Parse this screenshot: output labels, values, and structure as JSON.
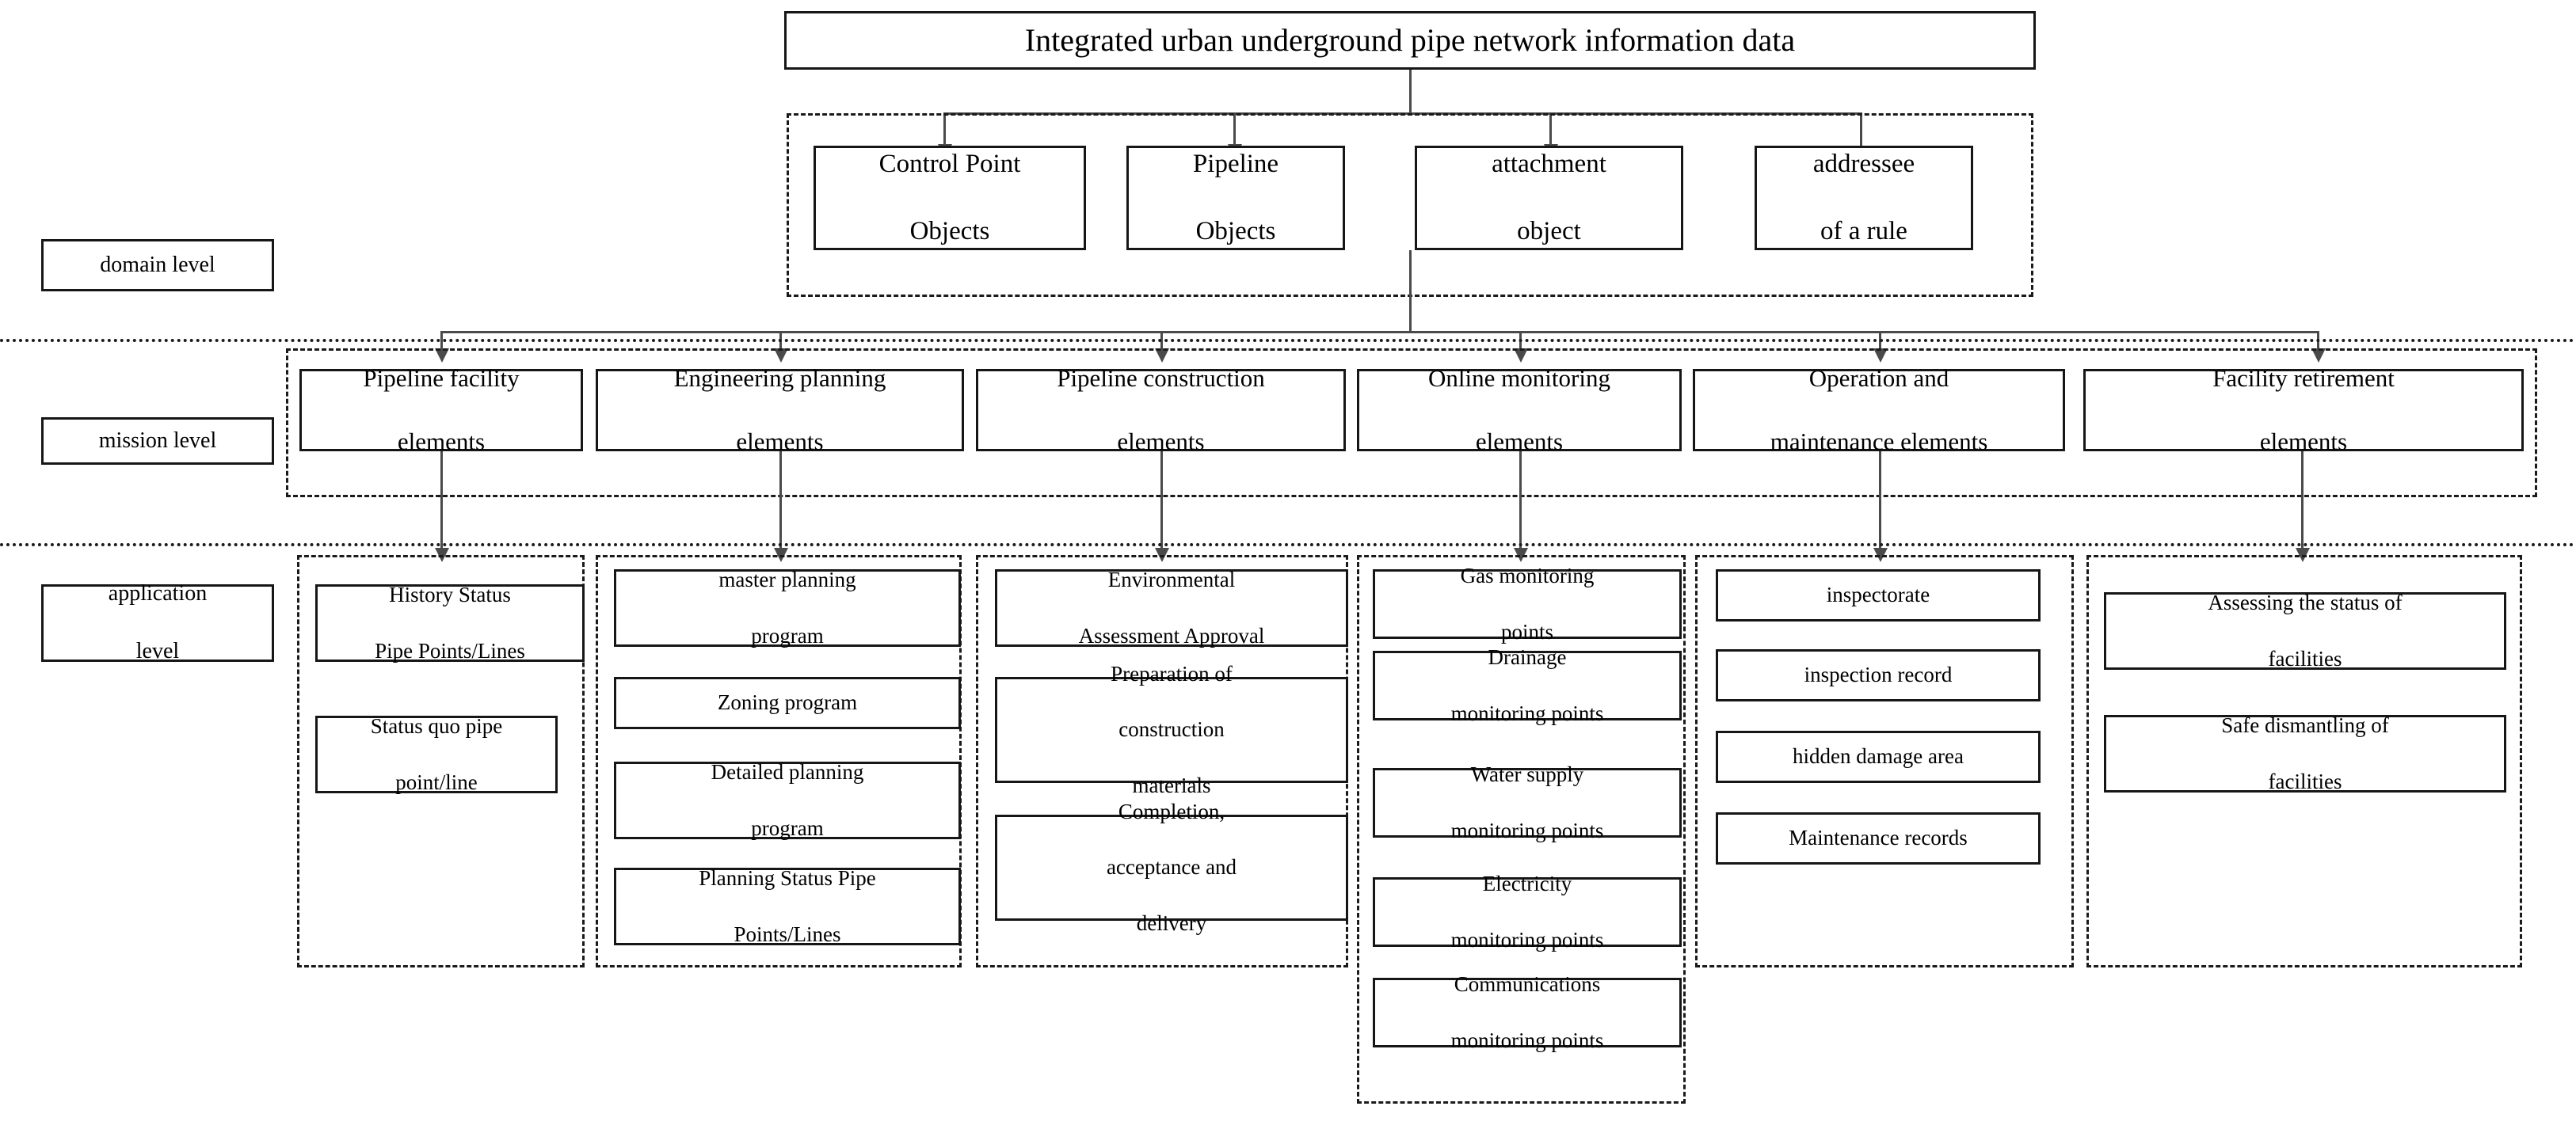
{
  "diagram": {
    "title_box": {
      "label": "Integrated urban underground pipe network information data"
    },
    "level_labels": [
      {
        "id": "domain-level",
        "label": "domain level"
      },
      {
        "id": "mission-level",
        "label": "mission level"
      },
      {
        "id": "application-level",
        "label": "application\nlevel",
        "line1": "application",
        "line2": "level"
      }
    ],
    "domain_level": {
      "objects": [
        {
          "id": "control-point-objects",
          "line1": "Control Point",
          "line2": "Objects"
        },
        {
          "id": "pipeline-objects",
          "line1": "Pipeline",
          "line2": "Objects"
        },
        {
          "id": "attachment-object",
          "line1": "attachment",
          "line2": "object"
        },
        {
          "id": "addressee-of-a-rule",
          "line1": "addressee",
          "line2": "of a rule"
        }
      ]
    },
    "mission_level": {
      "elements": [
        {
          "id": "pipeline-facility-elements",
          "line1": "Pipeline facility",
          "line2": "elements"
        },
        {
          "id": "engineering-planning-elements",
          "line1": "Engineering planning",
          "line2": "elements"
        },
        {
          "id": "pipeline-construction-elements",
          "line1": "Pipeline construction",
          "line2": "elements"
        },
        {
          "id": "online-monitoring-elements",
          "line1": "Online monitoring",
          "line2": "elements"
        },
        {
          "id": "operation-and-maintenance-elements",
          "line1": "Operation and",
          "line2": "maintenance elements"
        },
        {
          "id": "facility-retirement-elements",
          "line1": "Facility retirement",
          "line2": "elements"
        }
      ]
    },
    "application_level": {
      "columns": [
        {
          "id": "pipeline-facility-applications",
          "items": [
            {
              "id": "history-status-pipe-points-lines",
              "line1": "History Status",
              "line2": "Pipe Points/Lines"
            },
            {
              "id": "status-quo-pipe-point-line",
              "line1": "Status quo pipe",
              "line2": "point/line"
            }
          ]
        },
        {
          "id": "engineering-planning-applications",
          "items": [
            {
              "id": "master-planning-program",
              "line1": "master planning",
              "line2": "program"
            },
            {
              "id": "zoning-program",
              "line1": "Zoning program",
              "line2": ""
            },
            {
              "id": "detailed-planning-program",
              "line1": "Detailed planning",
              "line2": "program"
            },
            {
              "id": "planning-status-pipe-points-lines",
              "line1": "Planning Status Pipe",
              "line2": "Points/Lines"
            }
          ]
        },
        {
          "id": "pipeline-construction-applications",
          "items": [
            {
              "id": "environmental-assessment-approval",
              "line1": "Environmental",
              "line2": "Assessment Approval",
              "line3": ""
            },
            {
              "id": "preparation-of-construction-materials",
              "line1": "Preparation of",
              "line2": "construction",
              "line3": "materials"
            },
            {
              "id": "completion-acceptance-and-delivery",
              "line1": "Completion,",
              "line2": "acceptance and",
              "line3": "delivery"
            }
          ]
        },
        {
          "id": "online-monitoring-applications",
          "items": [
            {
              "id": "gas-monitoring-points",
              "line1": "Gas monitoring",
              "line2": "points"
            },
            {
              "id": "drainage-monitoring-points",
              "line1": "Drainage",
              "line2": "monitoring points"
            },
            {
              "id": "water-supply-monitoring-points",
              "line1": "Water supply",
              "line2": "monitoring points"
            },
            {
              "id": "electricity-monitoring-points",
              "line1": "Electricity",
              "line2": "monitoring points"
            },
            {
              "id": "communications-monitoring-points",
              "line1": "Communications",
              "line2": "monitoring points"
            }
          ]
        },
        {
          "id": "operation-maintenance-applications",
          "items": [
            {
              "id": "inspectorate",
              "line1": "inspectorate",
              "line2": ""
            },
            {
              "id": "inspection-record",
              "line1": "inspection record",
              "line2": ""
            },
            {
              "id": "hidden-damage-area",
              "line1": "hidden damage area",
              "line2": ""
            },
            {
              "id": "maintenance-records",
              "line1": "Maintenance records",
              "line2": ""
            }
          ]
        },
        {
          "id": "facility-retirement-applications",
          "items": [
            {
              "id": "assessing-the-status-of-facilities",
              "line1": "Assessing the status of",
              "line2": "facilities"
            },
            {
              "id": "safe-dismantling-of-facilities",
              "line1": "Safe dismantling of",
              "line2": "facilities"
            }
          ]
        }
      ]
    },
    "colors": {
      "stroke": "#161616",
      "connector": "#4a4a4a",
      "background": "#ffffff"
    }
  }
}
